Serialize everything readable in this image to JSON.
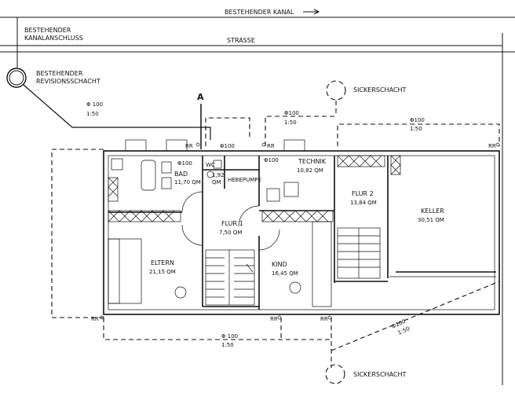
{
  "labels": {
    "kanal": "BESTEHENDER KANAL",
    "anschluss_1": "BESTEHENDER",
    "anschluss_2": "KANALANSCHLUSS",
    "strasse": "STRASSE",
    "revision_1": "BESTEHENDER",
    "revision_2": "REVISIONSSCHACHT",
    "sicker_top": "SICKERSCHACHT",
    "sicker_bottom": "SICKERSCHACHT",
    "section_mark": "A"
  },
  "pipes": [
    {
      "id": "p1",
      "dia": "Φ 100",
      "slope": "1:50"
    },
    {
      "id": "p2",
      "dia": "Φ100",
      "slope": "1:50"
    },
    {
      "id": "p3",
      "dia": "Φ100",
      "slope": "1:50"
    },
    {
      "id": "p4",
      "dia": "Φ100",
      "slope": "1:50"
    },
    {
      "id": "p5",
      "dia": "Φ 100",
      "slope": "1:50"
    },
    {
      "id": "p6",
      "dia": "Φ100"
    },
    {
      "id": "p7",
      "dia": "Φ100"
    },
    {
      "id": "p8",
      "dia": "Φ100"
    }
  ],
  "rr": [
    "RR",
    "RR",
    "RR",
    "RR",
    "RR",
    "RR"
  ],
  "rooms": [
    {
      "name": "BAD",
      "area": "11,70 QM"
    },
    {
      "name": "WC",
      "area": "1,92",
      "unit": "QM"
    },
    {
      "name": "TECHNIK",
      "area": "10,82 QM"
    },
    {
      "name": "HEBEPUMPE"
    },
    {
      "name": "FLUR 2",
      "area": "13,84 QM"
    },
    {
      "name": "KELLER",
      "area": "30,51 QM"
    },
    {
      "name": "FLUR 1",
      "area": "7,50 QM"
    },
    {
      "name": "ELTERN",
      "area": "21,15 QM"
    },
    {
      "name": "KIND",
      "area": "16,45 QM"
    }
  ]
}
